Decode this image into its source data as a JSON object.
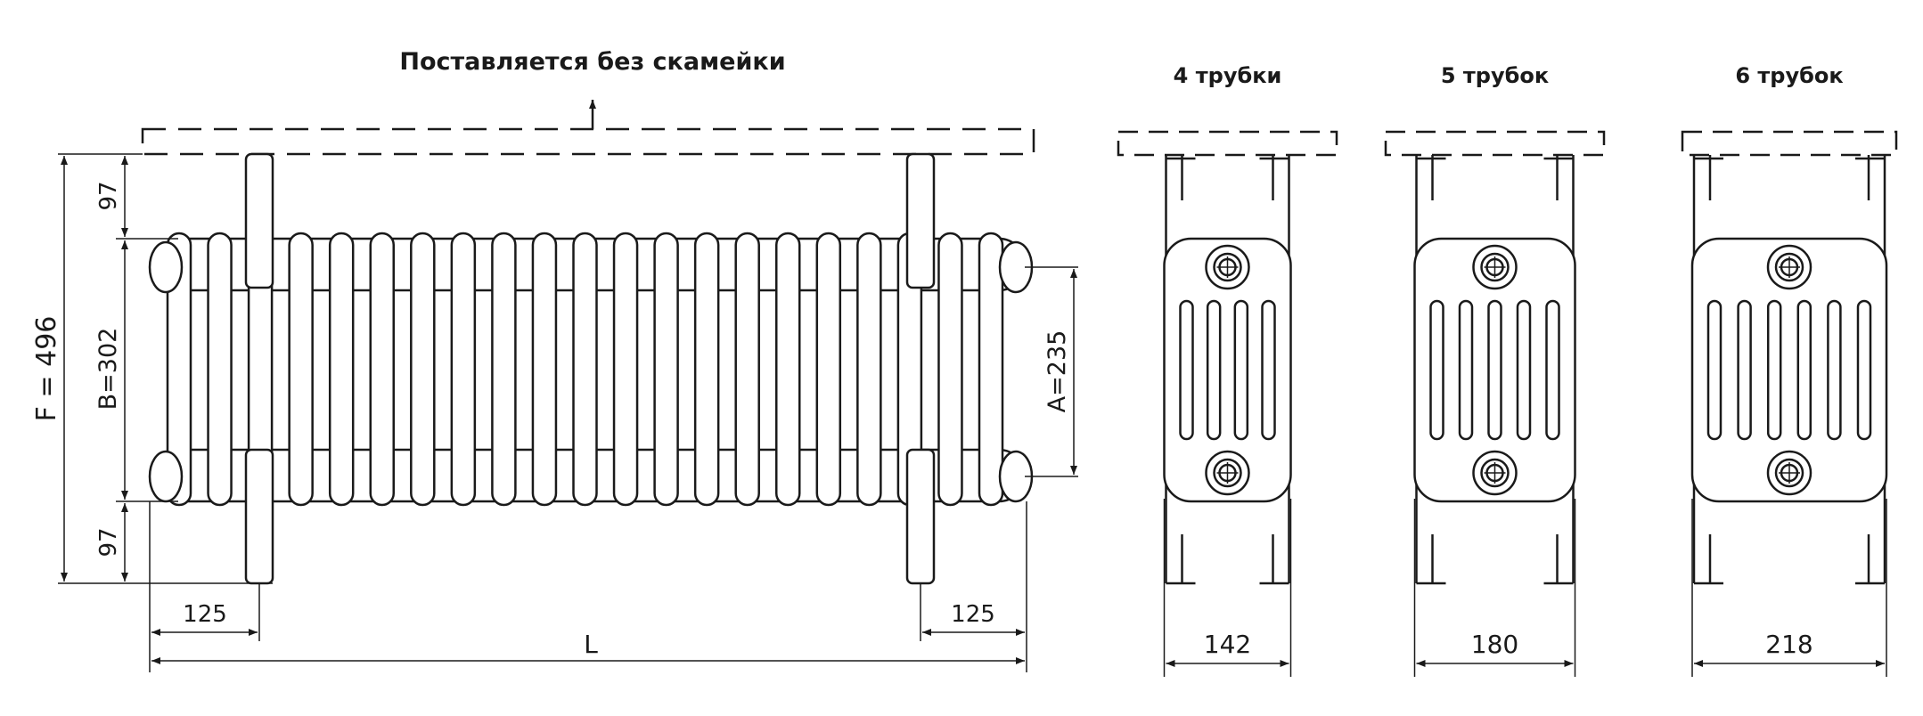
{
  "front_view": {
    "note": "Поставляется без скамейки",
    "dim_F": "F = 496",
    "dim_B": "B=302",
    "dim_A": "A=235",
    "dim_top_offset": "97",
    "dim_bottom_offset": "97",
    "dim_left_leg": "125",
    "dim_right_leg": "125",
    "dim_L": "L",
    "section_count": 21
  },
  "side_views": [
    {
      "title": "4 трубки",
      "width_label": "142",
      "tubes": 4
    },
    {
      "title": "5 трубок",
      "width_label": "180",
      "tubes": 5
    },
    {
      "title": "6 трубок",
      "width_label": "218",
      "tubes": 6
    }
  ],
  "colors": {
    "line": "#1a1a1a",
    "background": "#ffffff"
  }
}
